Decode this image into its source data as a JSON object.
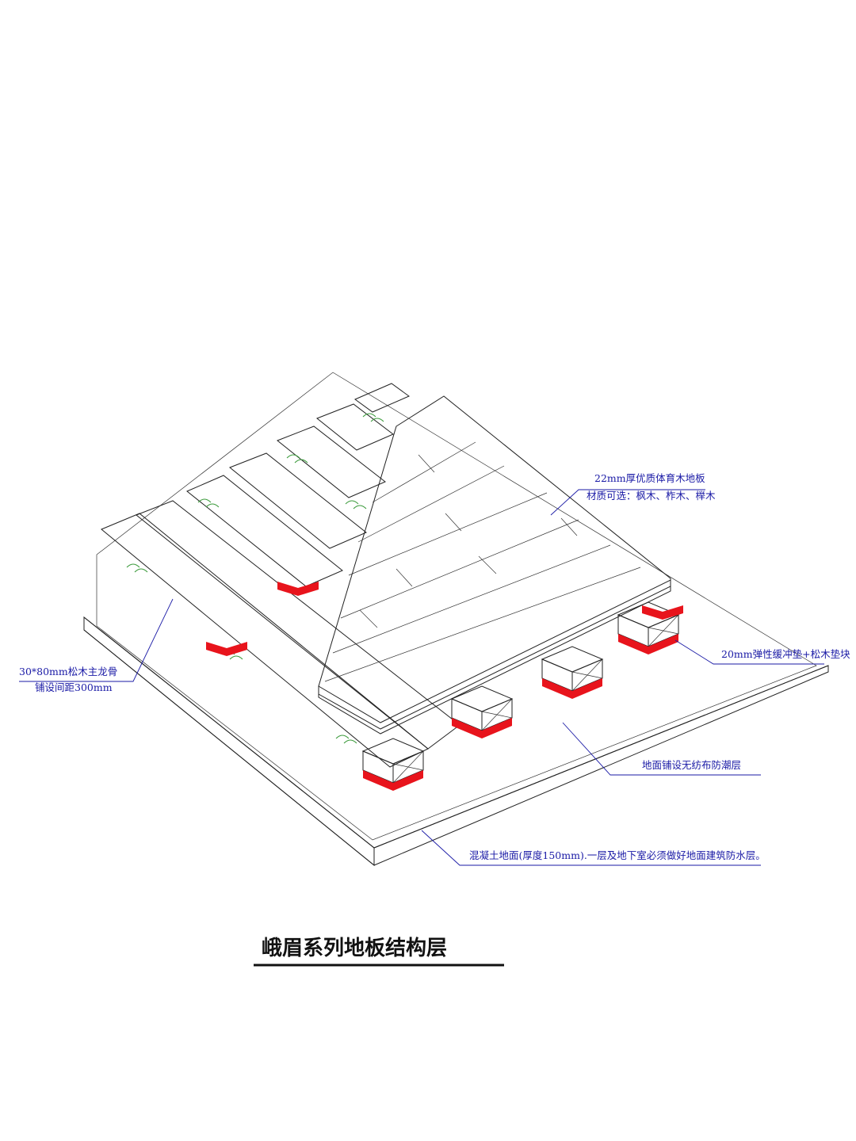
{
  "title": "峨眉系列地板结构层",
  "labels": {
    "floor_board_line1": "22mm厚优质体育木地板",
    "floor_board_line2": "材质可选：枫木、柞木、榉木",
    "joist_line1": "30*80mm松木主龙骨",
    "joist_line2": "铺设间距300mm",
    "pad": "20mm弹性缓冲垫+松木垫块",
    "membrane": "地面铺设无纺布防潮层",
    "concrete": "混凝土地面(厚度150mm).一层及地下室必须做好地面建筑防水层。"
  },
  "colors": {
    "label_blue": "#1a1aa6",
    "pad_red": "#e8141c",
    "board_fill": "#ece7f2",
    "grain_green": "#3a9a3a",
    "line": "#222222"
  }
}
